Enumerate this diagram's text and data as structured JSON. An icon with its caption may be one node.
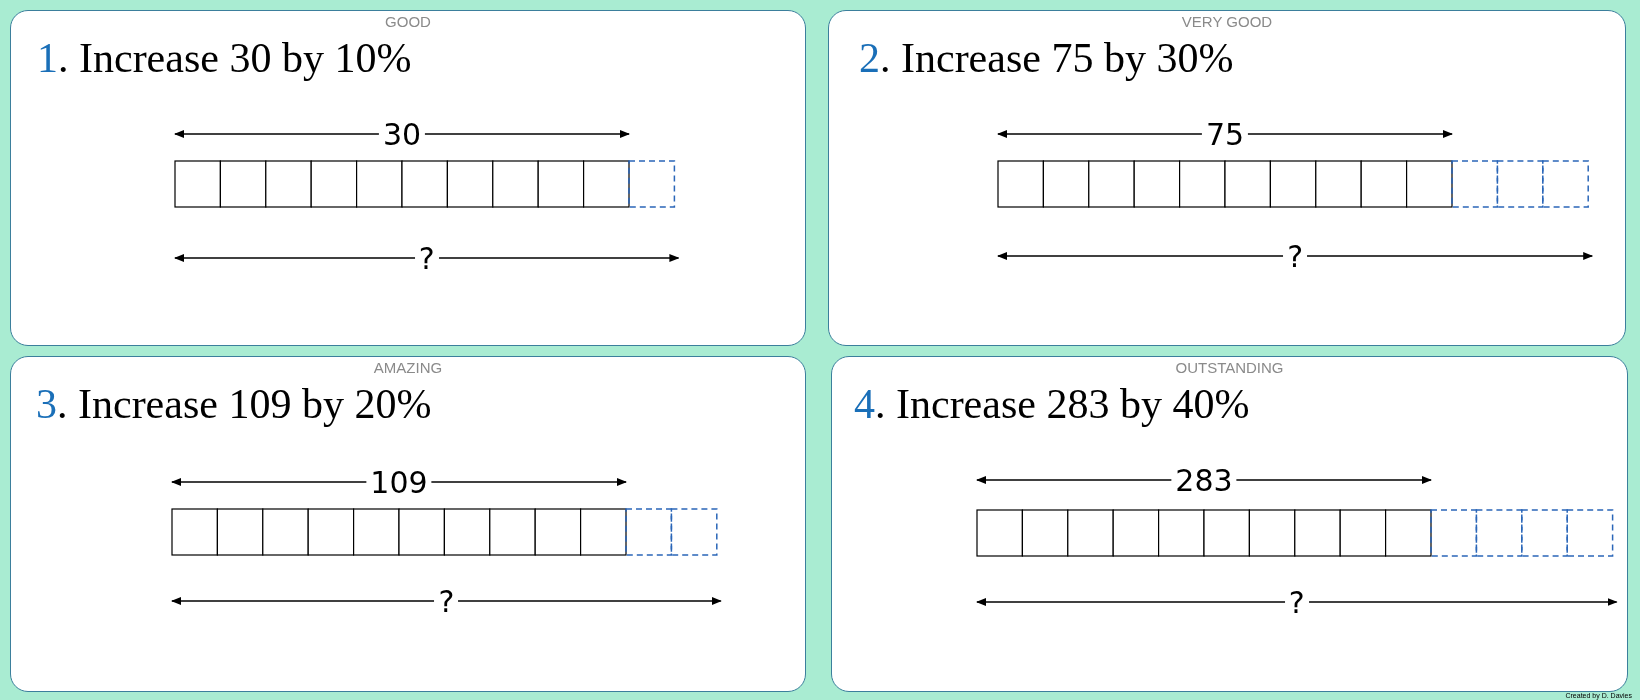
{
  "diagram": {
    "nodes": [
      {
        "text": [
          "GOOD",
          "1",
          ". Increase 30 by 10%"
        ]
      },
      {
        "text": [
          "VERY GOOD",
          "2",
          ". Increase 75 by 30%"
        ]
      },
      {
        "text": [
          "AMAZING",
          "3",
          ". Increase 109 by 20%"
        ]
      },
      {
        "text": [
          "OUTSTANDING",
          "4",
          ". Increase 283 by 40%"
        ]
      }
    ],
    "edges": [],
    "labels": [
      "30",
      "?",
      "75",
      "?",
      "109",
      "?",
      "283",
      "?",
      "Created by D. Davies"
    ]
  }
}
